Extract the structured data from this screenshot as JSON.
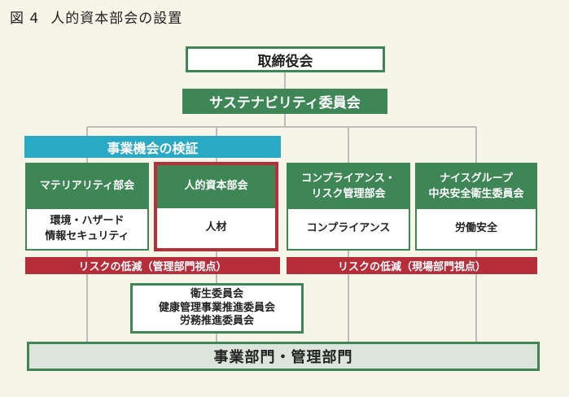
{
  "title": {
    "number": "図 4",
    "text": "人的資本部会の設置"
  },
  "board": "取締役会",
  "sustainability_committee": "サステナビリティ委員会",
  "business_opportunity": "事業機会の検証",
  "committees": [
    {
      "head": "マテリアリティ部会",
      "body": "環境・ハザード\n情報セキュリティ"
    },
    {
      "head": "人的資本部会",
      "body": "人材"
    },
    {
      "head": "コンプライアンス・\nリスク管理部会",
      "body": "コンプライアンス"
    },
    {
      "head": "ナイスグループ\n中央安全衛生委員会",
      "body": "労働安全"
    }
  ],
  "risk_bars": [
    "リスクの低減（管理部門視点）",
    "リスクの低減（現場部門視点）"
  ],
  "sub_committees": "衛生委員会\n健康管理事業推進委員会\n労務推進委員会",
  "bottom": "事業部門・管理部門",
  "colors": {
    "green": "#3f8656",
    "teal": "#29a9c4",
    "red": "#b72d3a",
    "background": "#f7f5e8",
    "bottom_fill": "#dce4dc",
    "connector": "#bdbdbd"
  }
}
